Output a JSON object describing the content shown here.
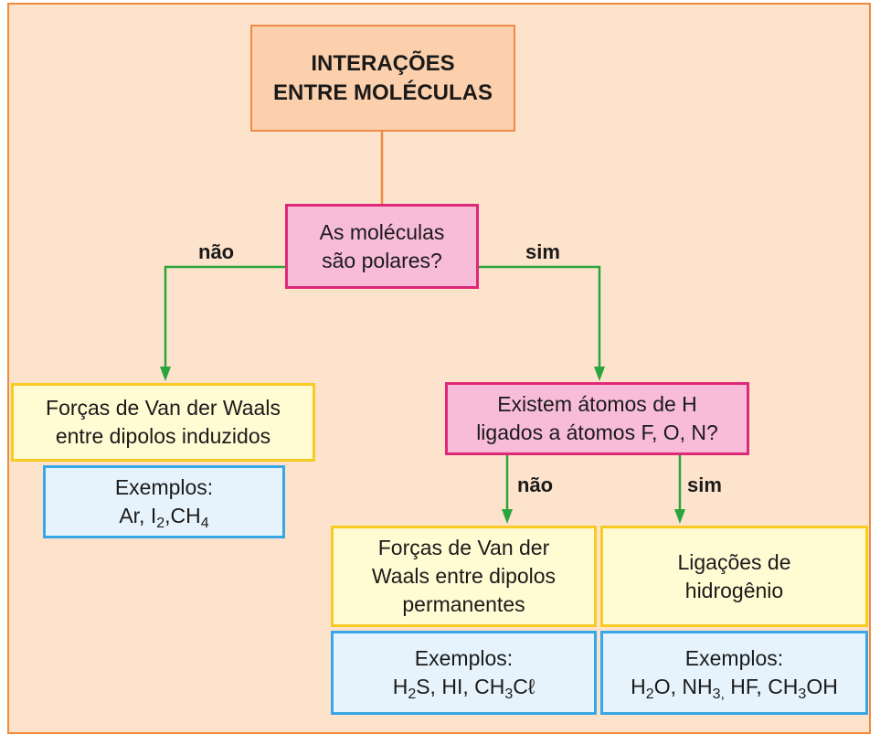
{
  "title": {
    "line1": "INTERAÇÕES",
    "line2": "ENTRE MOLÉCULAS"
  },
  "question1": {
    "line1": "As moléculas",
    "line2": "são polares?"
  },
  "branches": {
    "polar_no": "não",
    "polar_yes": "sim",
    "hbond_no": "não",
    "hbond_yes": "sim"
  },
  "question2": {
    "line1": "Existem átomos de H",
    "line2": "ligados a átomos F, O, N?"
  },
  "result_induced": {
    "line1": "Forças de Van der Waals",
    "line2": "entre dipolos induzidos"
  },
  "examples_induced": {
    "heading": "Exemplos:",
    "items": [
      {
        "parts": [
          {
            "t": "Ar, I"
          },
          {
            "sub": "2"
          },
          {
            "t": ",CH"
          },
          {
            "sub": "4"
          }
        ]
      }
    ]
  },
  "result_permanent": {
    "line1": "Forças de Van der",
    "line2": "Waals entre dipolos",
    "line3": "permanentes"
  },
  "examples_permanent": {
    "heading": "Exemplos:",
    "items": [
      {
        "parts": [
          {
            "t": "H"
          },
          {
            "sub": "2"
          },
          {
            "t": "S, HI, CH"
          },
          {
            "sub": "3"
          },
          {
            "t": "Cℓ"
          }
        ]
      }
    ]
  },
  "result_hbond": {
    "line1": "Ligações de",
    "line2": "hidrogênio"
  },
  "examples_hbond": {
    "heading": "Exemplos:",
    "items": [
      {
        "parts": [
          {
            "t": "H"
          },
          {
            "sub": "2"
          },
          {
            "t": "O, NH"
          },
          {
            "sub": "3,"
          },
          {
            "t": " HF, CH"
          },
          {
            "sub": "3"
          },
          {
            "t": "OH"
          }
        ]
      }
    ]
  },
  "colors": {
    "background": "#fde3cb",
    "frame": "#f08a3c",
    "title_fill": "#fcd0ac",
    "question_fill": "#f8bcd9",
    "question_border": "#e0287a",
    "result_fill": "#fffbd3",
    "result_border": "#f7cb22",
    "example_fill": "#e6f3fd",
    "example_border": "#38a7e8",
    "arrow": "#2aa43c"
  }
}
